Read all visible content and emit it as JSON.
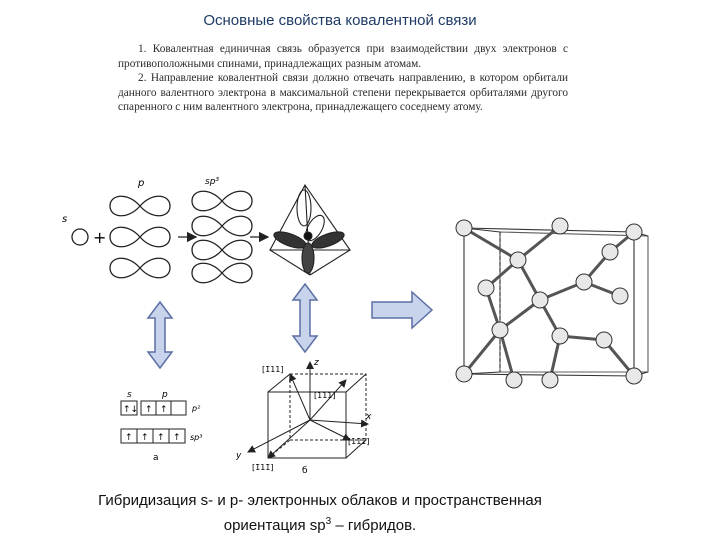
{
  "title": "Основные свойства ковалентной связи",
  "rules": {
    "p1": "1. Ковалентная единичная связь образуется при взаимодействии двух электронов с противоположными спинами, принадлежащих разным атомам.",
    "p2": "2. Направление ковалентной связи должно отвечать направлению, в котором орбитали данного валентного электрона в максимальной степени перекрывается орбиталями другого спаренного с ним валентного электрона, принадлежащего соседнему атому."
  },
  "orbitals": {
    "s_label": "s",
    "p_label": "p",
    "sp3_label": "sp³",
    "plus": "+"
  },
  "cells": {
    "s_label": "s",
    "p_label": "p",
    "row1_label": "p²",
    "row2_label": "sp³",
    "row1_arrows": [
      "↑↓",
      "↑",
      "↑",
      ""
    ],
    "row2_arrows": [
      "↑",
      "↑",
      "↑",
      "↑"
    ],
    "figure_a": "а"
  },
  "cube": {
    "z_label": "z",
    "x_label": "x",
    "y_label": "y",
    "dir_1": "[1̄11]",
    "dir_2": "[111]",
    "dir_3": "[11̄1̄]",
    "dir_4": "[1̄11̄]",
    "figure_b": "б"
  },
  "caption": {
    "line1": "Гибридизация s- и p- электронных облаков и пространственная",
    "line2_prefix": "ориентация sp",
    "line2_sup": "3",
    "line2_suffix": " – гибридов."
  },
  "colors": {
    "title": "#1f3b66",
    "arrow_fill": "#c8d3ec",
    "arrow_stroke": "#5b6fa5"
  }
}
